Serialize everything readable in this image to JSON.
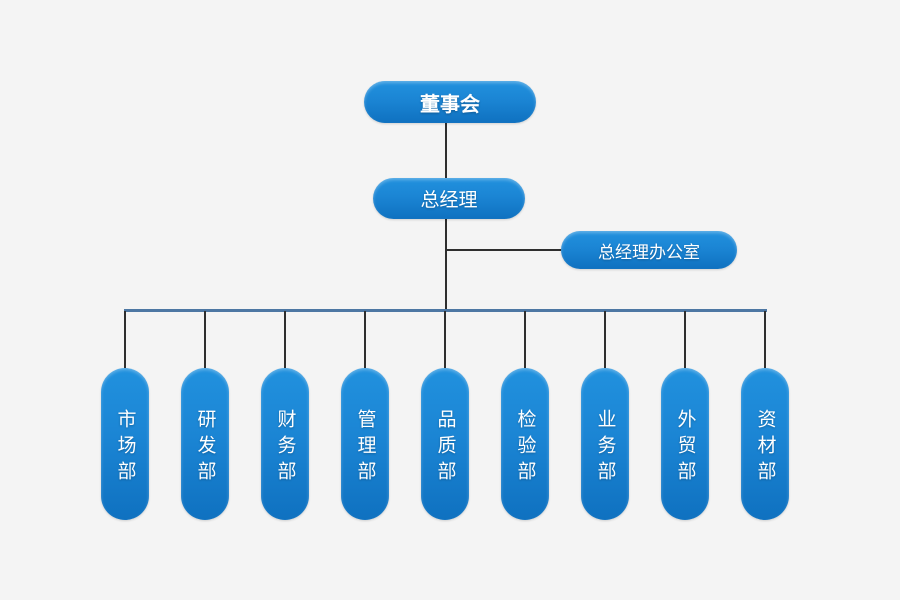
{
  "page": {
    "background": "#f4f4f4"
  },
  "palette": {
    "node_gradient_top": "#2191de",
    "node_gradient_bottom": "#0f71c0",
    "node_text": "#ffffff",
    "connector_dark": "#2e2e2e",
    "connector_rail_blue": "#4d77a3"
  },
  "org": {
    "root": {
      "label": "董事会"
    },
    "manager": {
      "label": "总经理"
    },
    "office": {
      "label": "总经理办公室"
    },
    "departments": [
      {
        "label": "市场部"
      },
      {
        "label": "研发部"
      },
      {
        "label": "财务部"
      },
      {
        "label": "管理部"
      },
      {
        "label": "品质部"
      },
      {
        "label": "检验部"
      },
      {
        "label": "业务部"
      },
      {
        "label": "外贸部"
      },
      {
        "label": "资材部"
      }
    ]
  }
}
